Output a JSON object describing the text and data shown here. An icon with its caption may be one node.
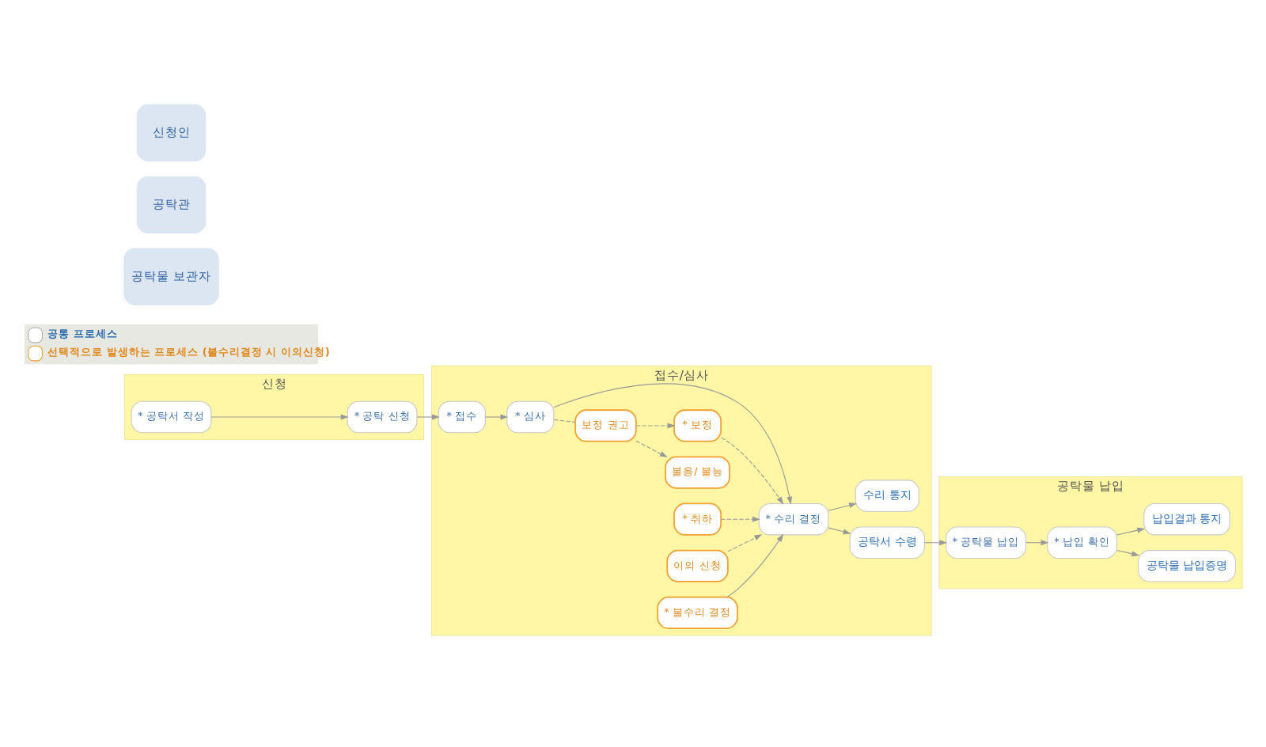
{
  "diagram": {
    "nodes": [
      {
        "text": [
          "신청"
        ]
      },
      {
        "text": [
          "접수/심사"
        ]
      },
      {
        "text": [
          "공탁물 납입"
        ]
      },
      {
        "text": [
          "신청인"
        ]
      },
      {
        "text": [
          "공탁관"
        ]
      },
      {
        "text": [
          "공탁물 보관자"
        ]
      },
      {
        "text": [
          "* 공탁서 작성"
        ],
        "in": 0
      },
      {
        "text": [
          "* 공탁 신청"
        ],
        "in": 0
      },
      {
        "text": [
          "* 접수"
        ],
        "in": 1
      },
      {
        "text": [
          "* 심사"
        ],
        "in": 1
      },
      {
        "text": [
          "불응/ 불능"
        ],
        "in": 1
      },
      {
        "text": [
          "* 보정"
        ],
        "in": 1
      },
      {
        "text": [
          "* 취하"
        ],
        "in": 1
      },
      {
        "text": [
          "이의 신청"
        ],
        "in": 1
      },
      {
        "text": [
          "보정 권고"
        ],
        "in": 1
      },
      {
        "text": [
          "* 불수리 결정"
        ],
        "in": 1
      },
      {
        "text": [
          "* 수리 결정"
        ],
        "in": 1
      },
      {
        "text": [
          "공탁서 수령"
        ],
        "in": 1
      },
      {
        "text": [
          "수리 통지"
        ],
        "in": 1
      },
      {
        "text": [
          "* 공탁물 납입"
        ],
        "in": 2
      },
      {
        "text": [
          "공탁물 납입증명"
        ],
        "in": 2
      },
      {
        "text": [
          "납입결과 통지"
        ],
        "in": 2
      },
      {
        "text": [
          "* 납입 확인"
        ],
        "in": 2
      }
    ],
    "edges": [
      {
        "from": 6,
        "to": 7,
        "arrow": "to"
      },
      {
        "from": 7,
        "to": 8,
        "arrow": "to"
      },
      {
        "from": 8,
        "to": 9,
        "arrow": "to"
      },
      {
        "from": 9,
        "to": 16,
        "arrow": "to"
      },
      {
        "from": 9,
        "to": 14,
        "arrow": "none",
        "style": "dashed"
      },
      {
        "from": 14,
        "to": 10,
        "arrow": "to",
        "style": "dashed"
      },
      {
        "from": 14,
        "to": 11,
        "arrow": "to",
        "style": "dashed"
      },
      {
        "from": 11,
        "to": 16,
        "arrow": "to",
        "style": "dashed"
      },
      {
        "from": 12,
        "to": 16,
        "arrow": "to",
        "style": "dashed"
      },
      {
        "from": 13,
        "to": 16,
        "arrow": "to",
        "style": "dashed"
      },
      {
        "from": 15,
        "to": 16,
        "arrow": "to"
      },
      {
        "from": 16,
        "to": 17,
        "arrow": "to"
      },
      {
        "from": 16,
        "to": 18,
        "arrow": "to"
      },
      {
        "from": 17,
        "to": 19,
        "arrow": "to"
      },
      {
        "from": 19,
        "to": 22,
        "arrow": "to"
      },
      {
        "from": 22,
        "to": 20,
        "arrow": "to"
      },
      {
        "from": 22,
        "to": 21,
        "arrow": "to"
      }
    ],
    "legend": [
      {
        "text": "공통 프로세스"
      },
      {
        "text": "선택적으로 발생하는 프로세스 (불수리결정 시 이의신청)"
      }
    ]
  }
}
